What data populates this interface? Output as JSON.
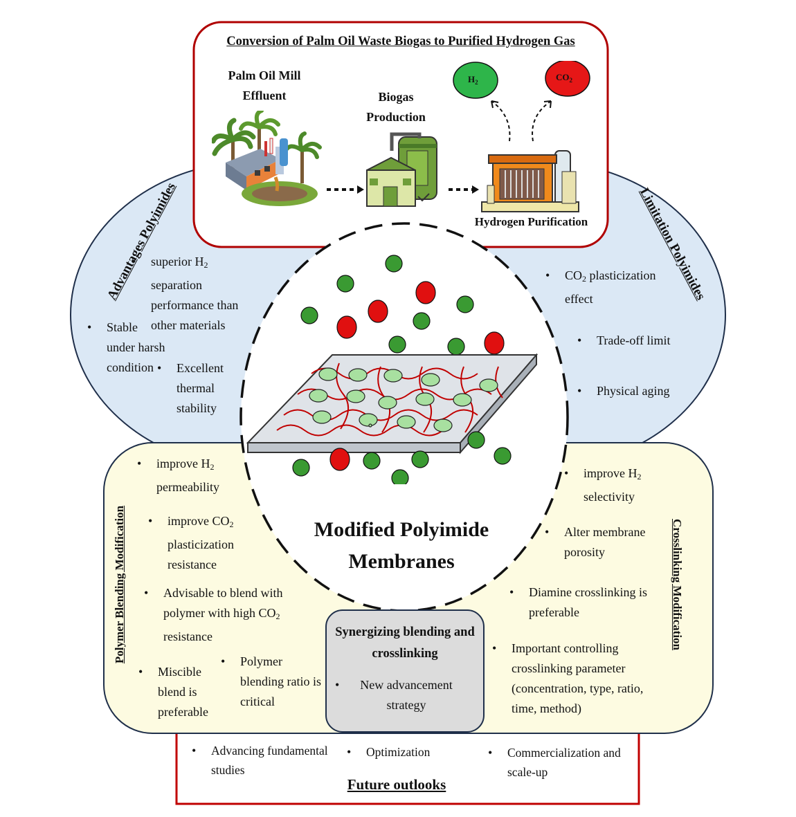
{
  "colors": {
    "red_border": "#c00000",
    "blue_fill": "#dbe8f5",
    "yellow_fill": "#fdfbe1",
    "gray_fill": "#dcdcdc",
    "green_ball": "#3a9a32",
    "red_ball": "#e01010",
    "polymer_chain": "#c00000"
  },
  "top_box": {
    "title": "Conversion of Palm Oil Waste Biogas to Purified Hydrogen Gas",
    "step1": "Palm Oil Mill Effluent",
    "step2": "Biogas Production",
    "step3": "Hydrogen Purification",
    "gas1": "H",
    "gas1_sub": "2",
    "gas2": "CO",
    "gas2_sub": "2",
    "icons": [
      "factory-palm-icon",
      "biogas-plant-icon",
      "purification-plant-icon"
    ]
  },
  "advantages": {
    "title": "Advantages Polyimides",
    "items": [
      {
        "a": "superior H",
        "sub": "2",
        "b": " separation performance than other materials"
      },
      {
        "a": "Stable under harsh condition",
        "sub": "",
        "b": ""
      },
      {
        "a": "Excellent thermal stability",
        "sub": "",
        "b": ""
      }
    ]
  },
  "limitations": {
    "title": "Limitation Polyimides",
    "items": [
      {
        "a": "CO",
        "sub": "2",
        "b": " plasticization effect"
      },
      {
        "a": "Trade-off limit",
        "sub": "",
        "b": ""
      },
      {
        "a": "Physical aging",
        "sub": "",
        "b": ""
      }
    ]
  },
  "center": {
    "title_line1": "Modified Polyimide",
    "title_line2": "Membranes"
  },
  "blending": {
    "title": "Polymer Blending Modification",
    "items": [
      {
        "a": "improve H",
        "sub": "2",
        "b": " permeability"
      },
      {
        "a": "improve CO",
        "sub": "2",
        "b": " plasticization resistance"
      },
      {
        "a": "Advisable to blend with polymer with high CO",
        "sub": "2",
        "b": " resistance"
      },
      {
        "a": "Miscible blend is preferable",
        "sub": "",
        "b": ""
      },
      {
        "a": "Polymer blending ratio is critical",
        "sub": "",
        "b": ""
      }
    ]
  },
  "crosslinking": {
    "title": "Crosslinking Modification",
    "items": [
      {
        "a": "improve H",
        "sub": "2",
        "b": " selectivity"
      },
      {
        "a": "Alter membrane porosity",
        "sub": "",
        "b": ""
      },
      {
        "a": "Diamine crosslinking is preferable",
        "sub": "",
        "b": ""
      },
      {
        "a": "Important controlling crosslinking parameter (concentration, type, ratio, time, method)",
        "sub": "",
        "b": ""
      }
    ]
  },
  "synergy": {
    "title": "Synergizing blending and crosslinking",
    "item": "New advancement strategy"
  },
  "future": {
    "title": "Future outlooks",
    "items": [
      "Advancing fundamental studies",
      "Optimization",
      "Commercialization and scale-up"
    ]
  }
}
